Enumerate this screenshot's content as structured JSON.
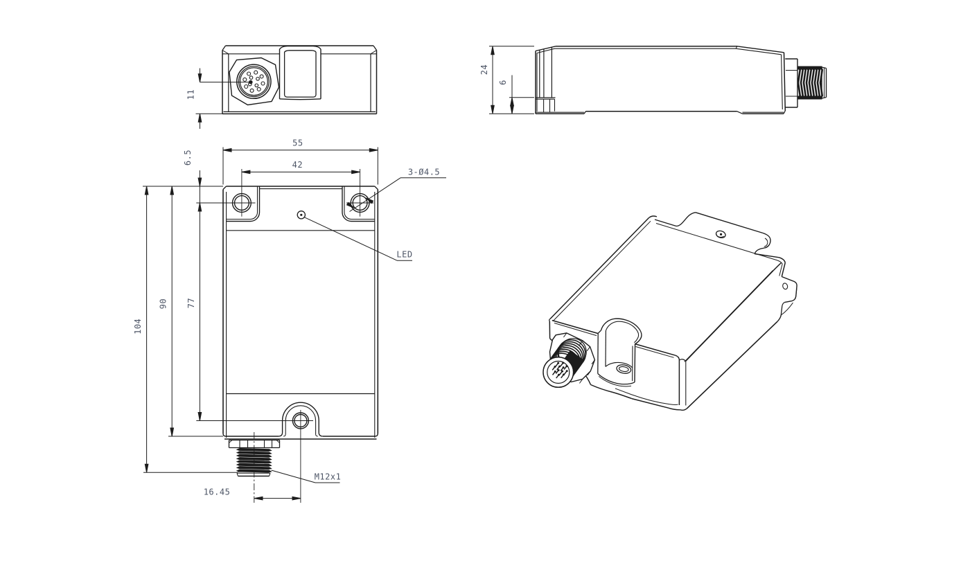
{
  "document": {
    "type": "technical dimensional drawing",
    "component": "inclinometer / tilt sensor housing with M12 connector",
    "background": "#ffffff",
    "line_color": "#1c1c1c",
    "dim_text_color": "#4d5566"
  },
  "views": {
    "top": {
      "dim_offset": "11"
    },
    "side": {
      "dim_height": "24",
      "dim_flange": "6"
    },
    "front": {
      "dim_width": "55",
      "dim_hole_spacing": "42",
      "dim_hole_top": "6.5",
      "dim_total_height": "104",
      "dim_body_height": "90",
      "dim_hole_span": "77",
      "dim_connector_offset": "16.45",
      "label_holes": "3-Ø4.5",
      "label_led": "LED",
      "label_thread": "M12x1"
    },
    "isometric": {}
  }
}
